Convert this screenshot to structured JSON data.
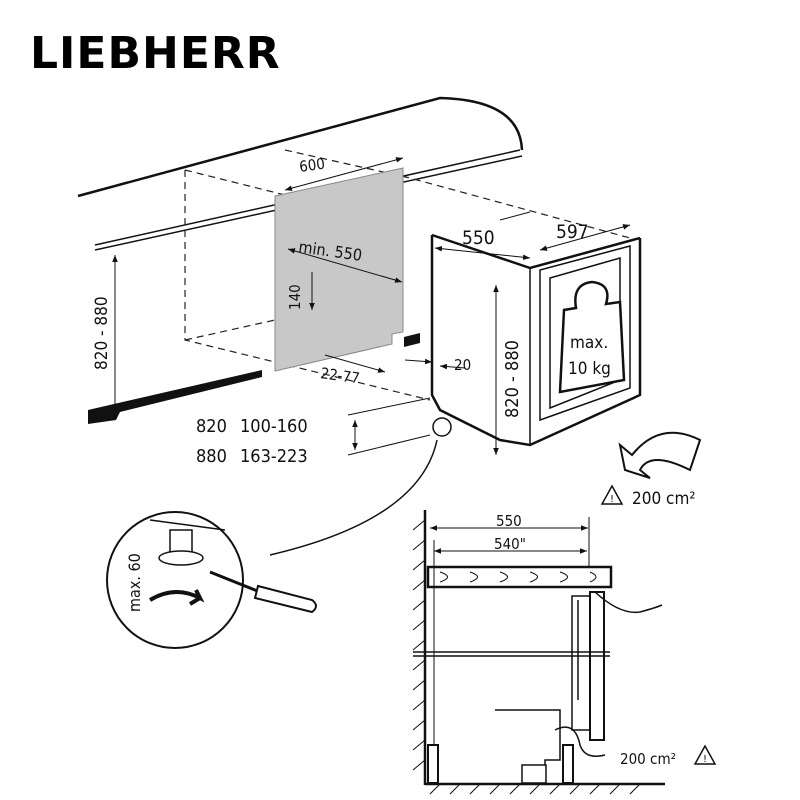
{
  "brand": {
    "logo": "LIEBHERR"
  },
  "niche": {
    "width": "600",
    "depth_min": "min. 550",
    "plinth_height": "140",
    "plinth_depth": "22-77",
    "gap": "20",
    "height_range": "820 - 880"
  },
  "appliance": {
    "depth": "550",
    "width": "597",
    "height_range": "820 - 880",
    "door_load_line1": "max.",
    "door_load_line2": "10 kg"
  },
  "feet_table": {
    "rows": [
      {
        "height": "820",
        "range": "100-160"
      },
      {
        "height": "880",
        "range": "163-223"
      }
    ]
  },
  "foot_detail": {
    "adjust": "max. 60"
  },
  "ventilation": {
    "top_area": "200 cm²",
    "bottom_area": "200 cm²"
  },
  "section": {
    "depth_outer": "550",
    "depth_inner": "540\""
  }
}
